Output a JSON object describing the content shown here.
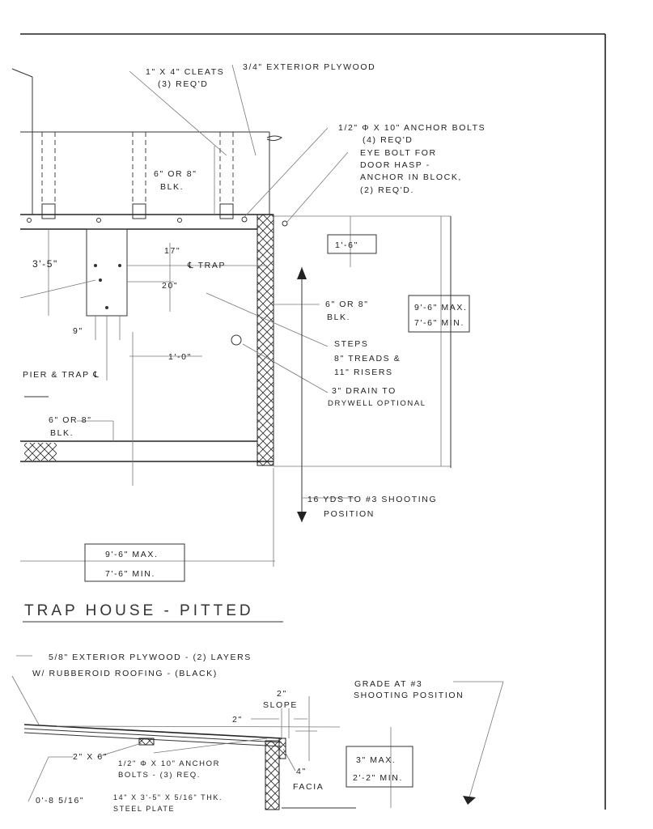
{
  "plan": {
    "cleats": [
      "1\" X 4\" CLEATS",
      "(3) REQ'D"
    ],
    "plywood": "3/4\" EXTERIOR PLYWOOD",
    "anchor_bolts": [
      "1/2\" Φ X 10\" ANCHOR BOLTS",
      "(4) REQ'D"
    ],
    "eye_bolt": [
      "EYE BOLT FOR",
      "DOOR HASP -",
      "ANCHOR IN BLOCK,",
      "(2) REQ'D."
    ],
    "blk_top": [
      "6\" OR 8\"",
      "BLK."
    ],
    "dim_1_6": "1'-6\"",
    "dim_17": "17\"",
    "dim_3_5": "3'-5\"",
    "trap_cl": "℄ TRAP",
    "dim_20": "20\"",
    "dim_9": "9\"",
    "dim_1_0": "1'-0\"",
    "pier_trap": "PIER & TRAP ℄",
    "blk_right": [
      "6\" OR 8\"",
      "BLK."
    ],
    "height_box": [
      "9'-6\" MAX.",
      "7'-6\" MIN."
    ],
    "steps": [
      "STEPS",
      "8\" TREADS &",
      "11\" RISERS"
    ],
    "drain": [
      "3\" DRAIN TO",
      "DRYWELL OPTIONAL"
    ],
    "blk_bottom": [
      "6\" OR 8\"",
      "BLK."
    ],
    "yards": [
      "16 YDS TO #3 SHOOTING",
      "POSITION"
    ],
    "width_box": [
      "9'-6\" MAX.",
      "7'-6\" MIN."
    ]
  },
  "title": "TRAP HOUSE - PITTED",
  "section": {
    "roof": [
      "5/8\" EXTERIOR PLYWOOD - (2) LAYERS",
      "W/ RUBBEROID ROOFING - (BLACK)"
    ],
    "grade": [
      "GRADE AT #3",
      "SHOOTING POSITION"
    ],
    "slope": [
      "2\"",
      "SLOPE"
    ],
    "dim_2": "2\"",
    "joist": "2\" X 6\"",
    "anchor": [
      "1/2\" Φ X 10\" ANCHOR",
      "BOLTS - (3) REQ."
    ],
    "facia": [
      "4\"",
      "FACIA"
    ],
    "grade_box": [
      "3\" MAX.",
      "2'-2\" MIN."
    ],
    "dim_0_8": "0'-8 5/16\"",
    "plate": [
      "14\" X 3'-5\" X 5/16\" THK.",
      "STEEL PLATE"
    ]
  }
}
